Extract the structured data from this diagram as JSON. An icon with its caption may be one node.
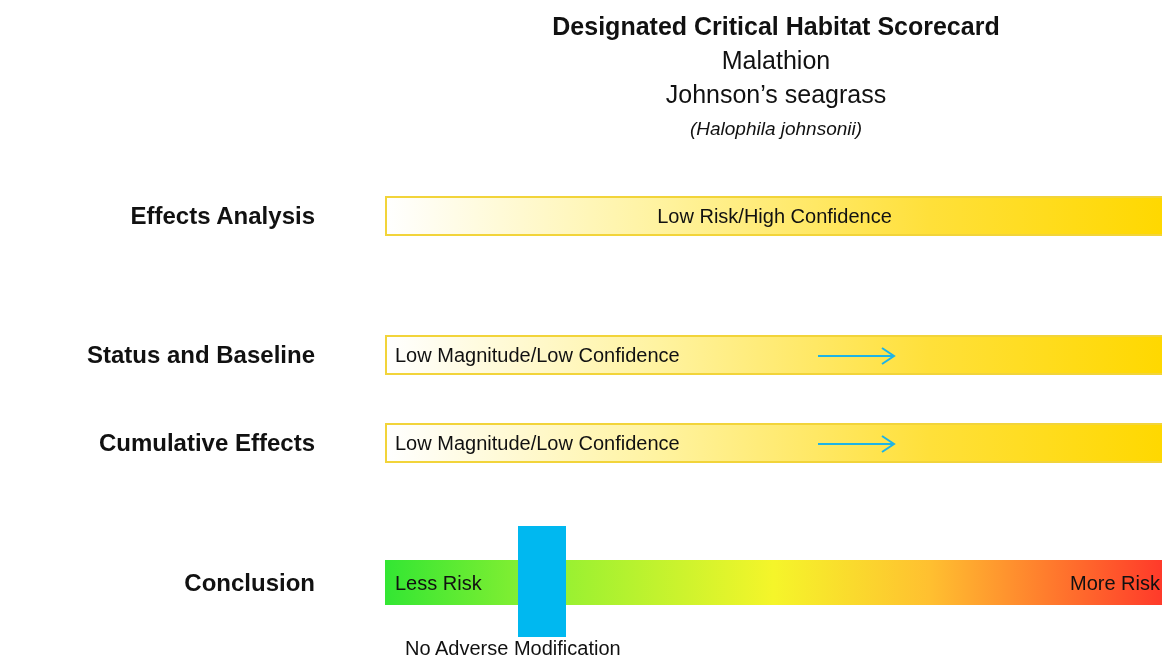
{
  "diagram": {
    "title": "Designated Critical Habitat Scorecard",
    "nodes": [
      {
        "text": [
          "Effects Analysis",
          "Low Risk/High Confidence"
        ]
      },
      {
        "text": [
          "Status and Baseline",
          "Low Magnitude/Low Confidence"
        ]
      },
      {
        "text": [
          "Cumulative Effects",
          "Low Magnitude/Low Confidence"
        ]
      },
      {
        "text": [
          "Conclusion",
          "Less Risk",
          "More Risk"
        ]
      },
      {
        "text": [
          "No Adverse Modification"
        ]
      }
    ],
    "labels": [
      "Malathion",
      "Johnson’s seagrass",
      "(Halophila johnsonii)"
    ]
  }
}
